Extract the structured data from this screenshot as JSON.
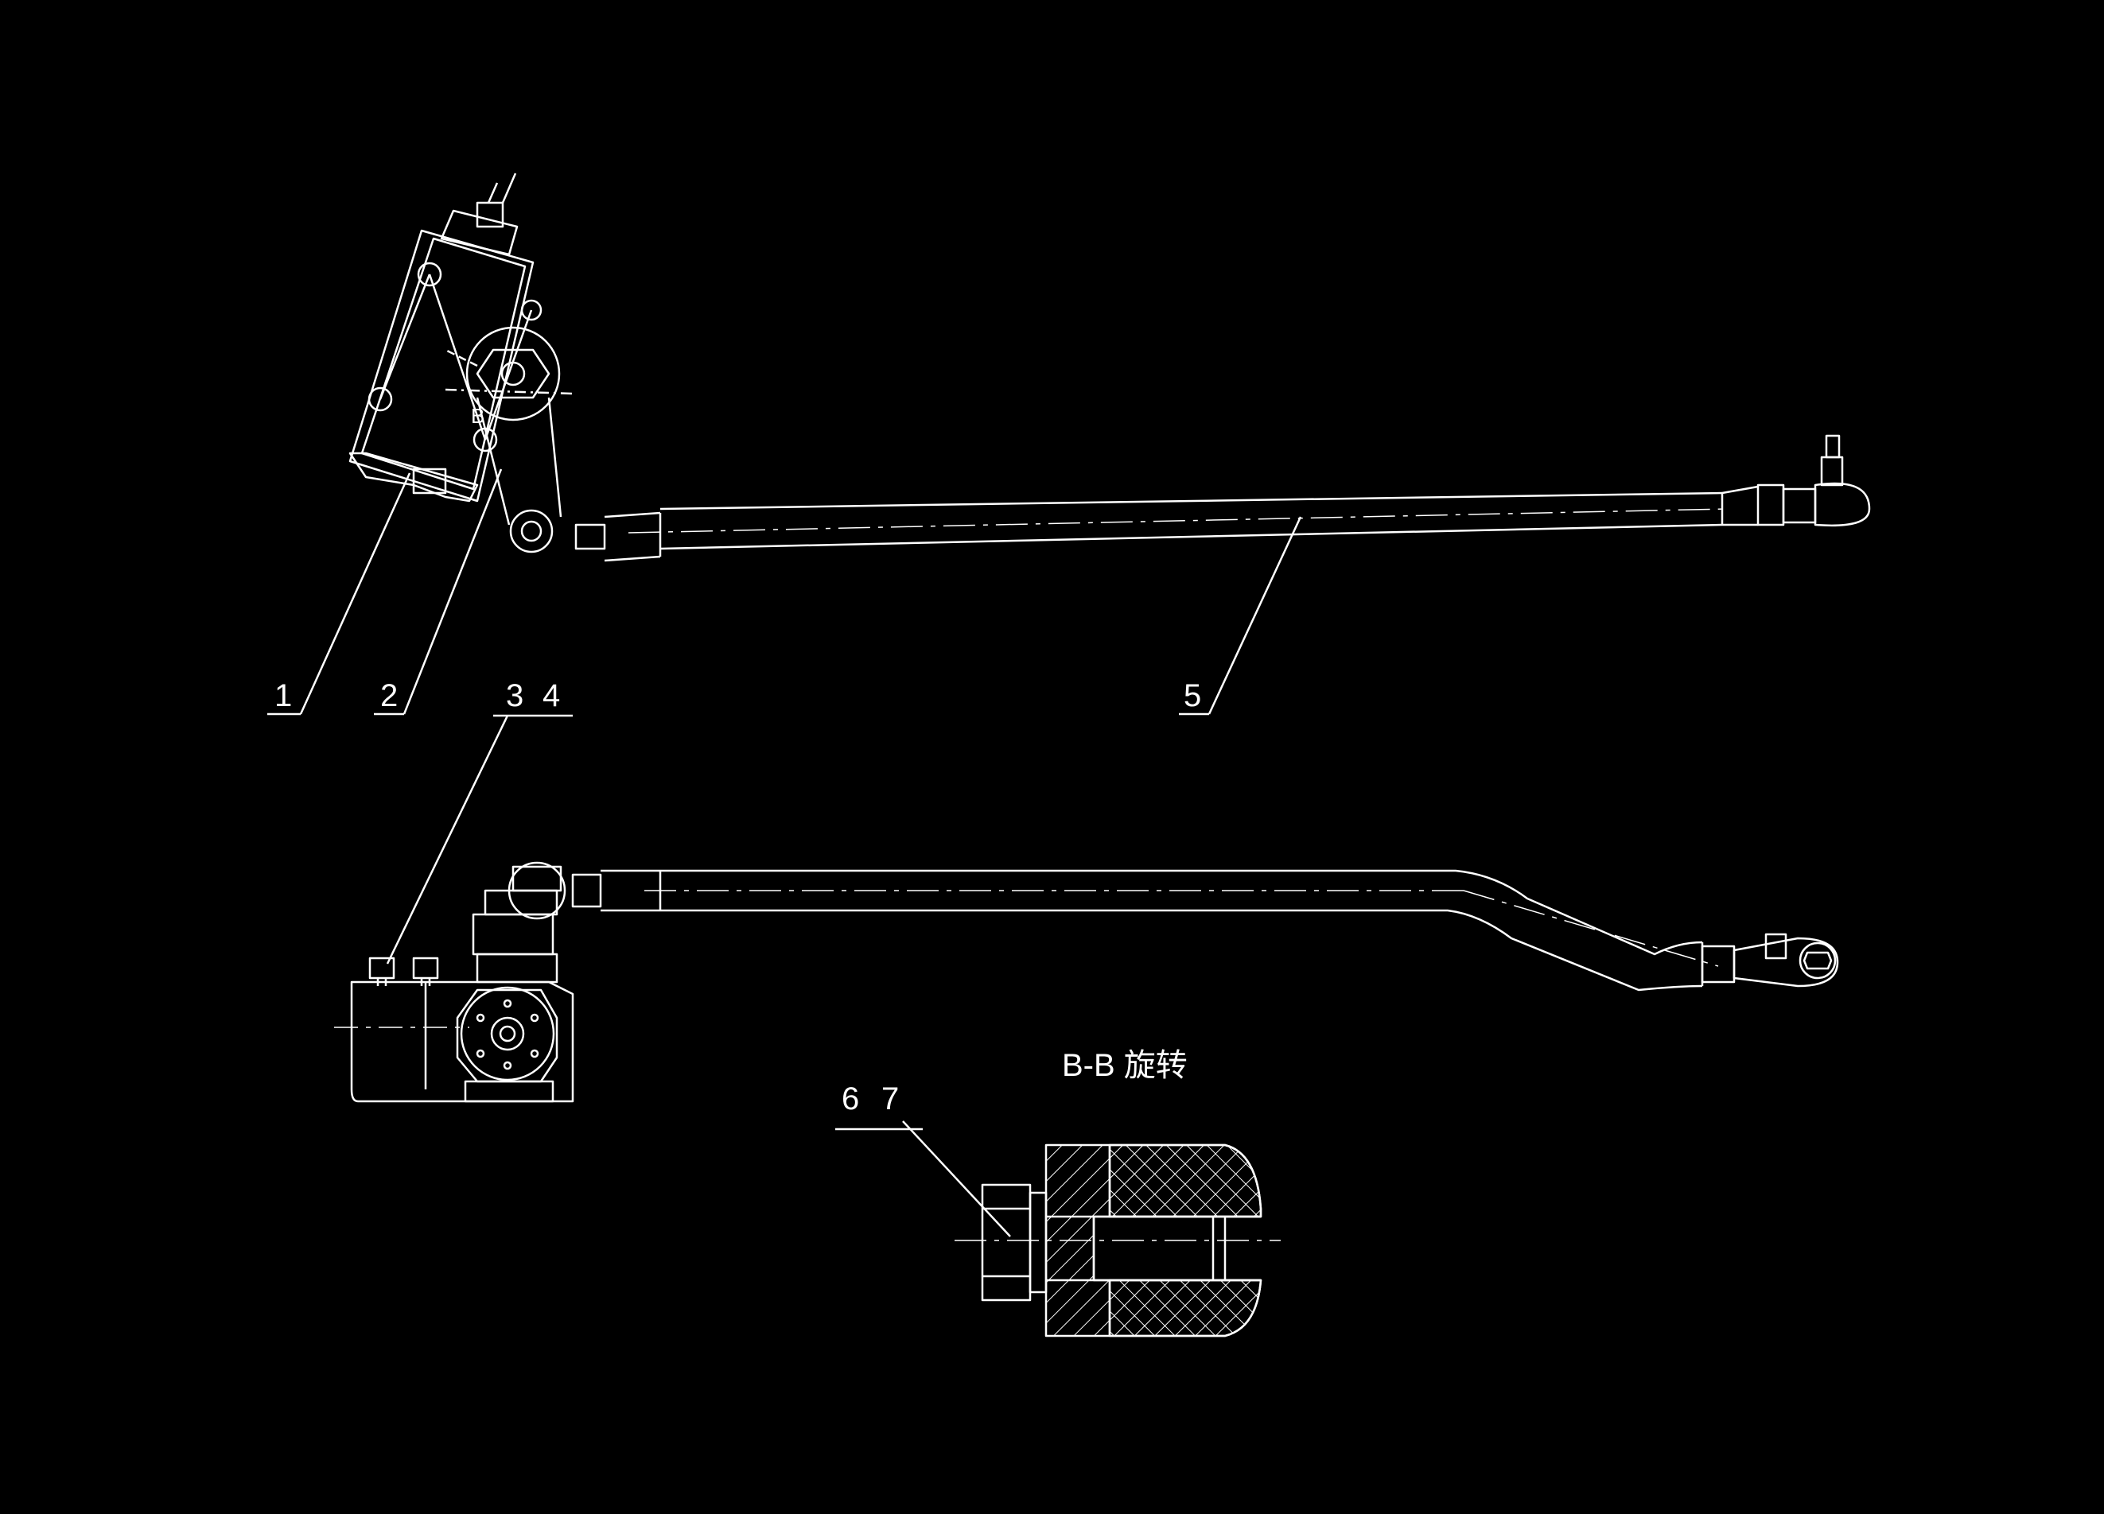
{
  "drawing": {
    "part_labels": [
      "1",
      "2",
      "3",
      "4",
      "5",
      "6",
      "7"
    ],
    "section_label": "B",
    "section_title": "B-B 旋转",
    "colors": {
      "background": "#000000",
      "line": "#ffffff"
    }
  }
}
